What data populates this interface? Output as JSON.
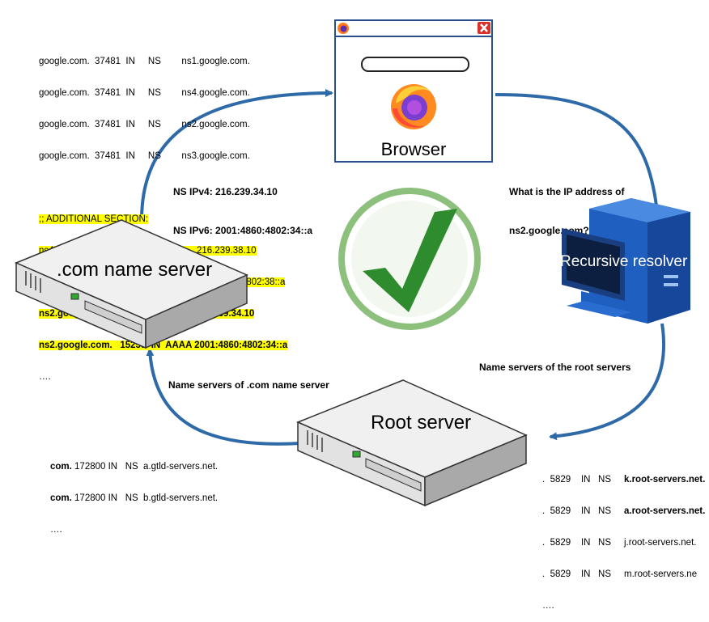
{
  "com_records": [
    "google.com.  37481  IN     NS        ns1.google.com.",
    "google.com.  37481  IN     NS        ns4.google.com.",
    "google.com.  37481  IN     NS        ns2.google.com.",
    "google.com.  37481  IN     NS        ns3.google.com."
  ],
  "additional_header": ";; ADDITIONAL SECTION:",
  "additional_records": [
    {
      "text": "ns4.google.com.      15259  IN  A         216.239.38.10",
      "bold": false
    },
    {
      "text": "ns4.google.com.      15259  IN  AAAA 2001:4860:4802:38::a",
      "bold": false
    },
    {
      "text": "ns2.google.com.   15259  IN  A         216.239.34.10",
      "bold": true
    },
    {
      "text": "ns2.google.com.   15259  IN  AAAA 2001:4860:4802:34::a",
      "bold": true
    }
  ],
  "additional_ellipsis": "….",
  "ns_answer": [
    "NS IPv4: 216.239.34.10",
    "NS IPv6: 2001:4860:4802:34::a"
  ],
  "browser_label": "Browser",
  "question_label": [
    "What is the IP address of",
    "ns2.google.com?"
  ],
  "resolver_label": "Recursive resolver",
  "com_server_label": ".com name server",
  "root_server_label": "Root server",
  "root_ns_label": "Name servers of the root servers",
  "com_ns_label": "Name servers of .com name server",
  "gtld_records": [
    {
      "bold_part": "com.",
      "rest": " 172800 IN   NS  a.gtld-servers.net."
    },
    {
      "bold_part": "com.",
      "rest": " 172800 IN   NS  b.gtld-servers.net."
    }
  ],
  "gtld_ellipsis": "….",
  "root_records": [
    {
      "prefix": ".  5829    IN   NS     ",
      "name": "k.root-servers.net.",
      "bold": true
    },
    {
      "prefix": ".  5829    IN   NS     ",
      "name": "a.root-servers.net.",
      "bold": true
    },
    {
      "prefix": ".  5829    IN   NS     ",
      "name": "j.root-servers.net.",
      "bold": false
    },
    {
      "prefix": ".  5829    IN   NS     ",
      "name": "m.root-servers.ne",
      "bold": false
    }
  ],
  "root_ellipsis": "….",
  "colors": {
    "arrow": "#2e6aa8",
    "check_green": "#2e8b2e",
    "circle_green": "#7ab86a",
    "highlight": "#ffff00",
    "pc_blue": "#1f5fbf",
    "browser_frame": "#2a4f8f"
  },
  "icons": [
    "firefox-icon",
    "close-icon",
    "checkmark-icon",
    "server-icon",
    "desktop-computer-icon"
  ]
}
